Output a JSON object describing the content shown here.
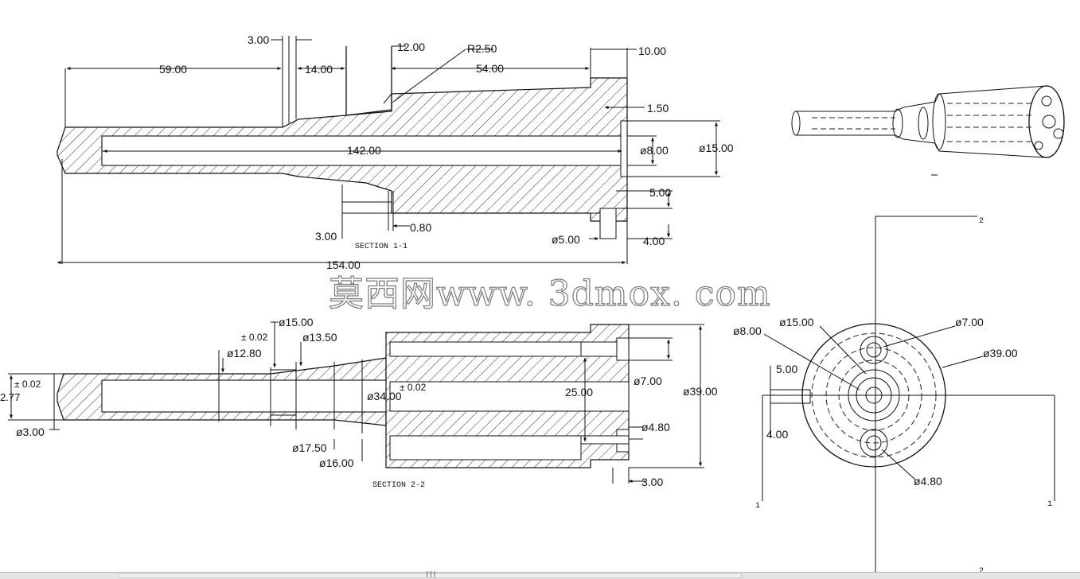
{
  "section_1_1": {
    "title": "SECTION  1-1",
    "dims": {
      "d3": "3.00",
      "d14": "14.00",
      "d12": "12.00",
      "r25": "R2.50",
      "d54": "54.00",
      "d10": "10.00",
      "d59": "59.00",
      "d15": "1.50",
      "d142": "142.00",
      "phi8": "ø8.00",
      "phi15": "ø15.00",
      "d5": "5.00",
      "d3b": "3.00",
      "d08": "0.80",
      "phi5": "ø5.00",
      "d4": "4.00",
      "d154": "154.00"
    }
  },
  "section_2_2": {
    "title": "SECTION  2-2",
    "dims": {
      "phi15": "ø15.00",
      "tol1": "± 0.02",
      "phi135": "ø13.50",
      "phi128": "ø12.80",
      "tol2": "± 0.02",
      "d277": "2.77",
      "phi3": "ø3.00",
      "tol3": "± 0.02",
      "phi34": "ø34.00",
      "phi175": "ø17.50",
      "phi16": "ø16.00",
      "d25": "25.00",
      "phi7": "ø7.00",
      "phi39": "ø39.00",
      "phi48": "ø4.80",
      "d3": "3.00"
    }
  },
  "end_view": {
    "dims": {
      "phi8": "ø8.00",
      "phi15": "ø15.00",
      "phi7": "ø7.00",
      "phi39": "ø39.00",
      "d5": "5.00",
      "d4": "4.00",
      "phi48": "ø4.80"
    },
    "markers": {
      "top": "2",
      "left": "1",
      "right": "1",
      "bottom": "2"
    }
  },
  "watermark": "莫西网www. 3dmox. com",
  "status": "|||"
}
